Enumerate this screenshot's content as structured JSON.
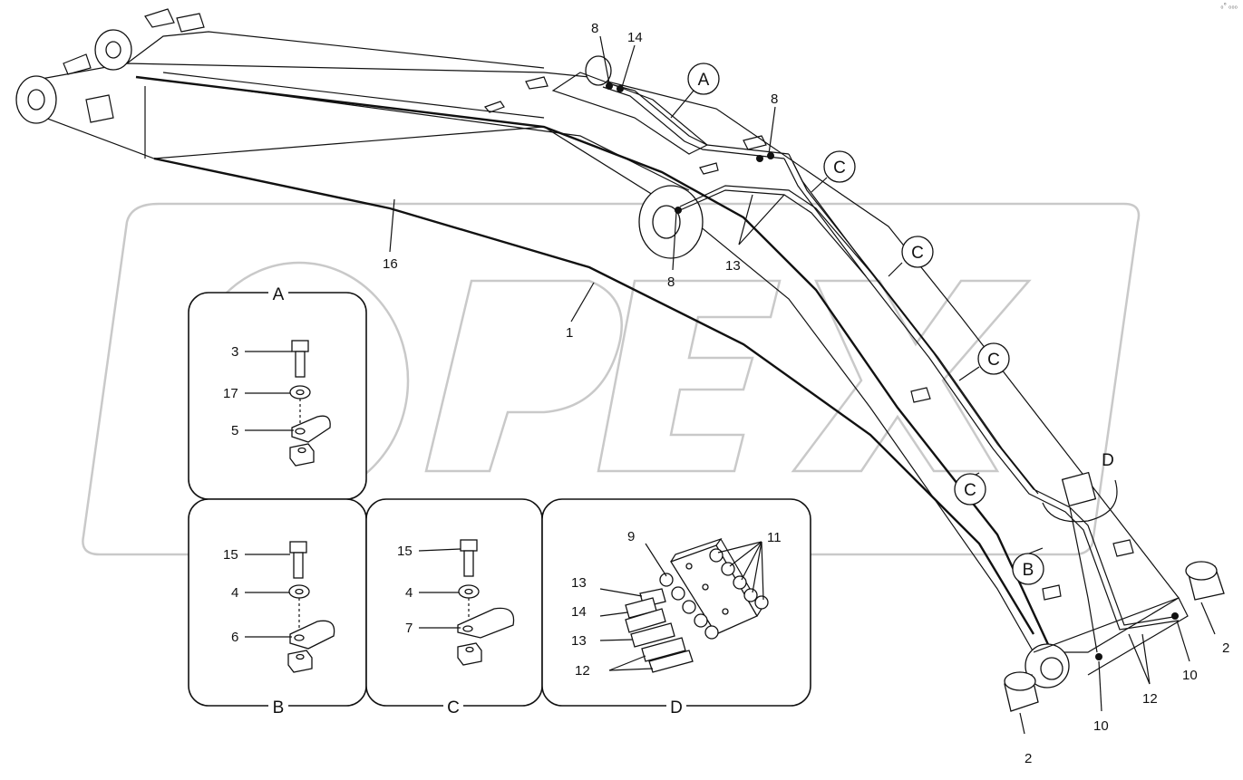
{
  "diagram": {
    "watermark": "OPEX",
    "corner_text": "₀° ₀₀₀",
    "callouts": {
      "c8a": "8",
      "c14a": "14",
      "c8b": "8",
      "c8c": "8",
      "c13a": "13",
      "c16": "16",
      "c1": "1",
      "c2a": "2",
      "c2b": "2",
      "c10a": "10",
      "c10b": "10",
      "c12a": "12"
    },
    "view_markers": {
      "a": "A",
      "c1": "C",
      "c2": "C",
      "c3": "C",
      "c4": "C",
      "d": "D",
      "b": "B"
    },
    "panels": {
      "a": {
        "title": "A",
        "labels": [
          "3",
          "17",
          "5"
        ]
      },
      "b": {
        "title": "B",
        "labels": [
          "15",
          "4",
          "6"
        ]
      },
      "c": {
        "title": "C",
        "labels": [
          "15",
          "4",
          "7"
        ]
      },
      "d": {
        "title": "D",
        "labels": [
          "9",
          "11",
          "13",
          "14",
          "13",
          "12"
        ]
      }
    }
  }
}
